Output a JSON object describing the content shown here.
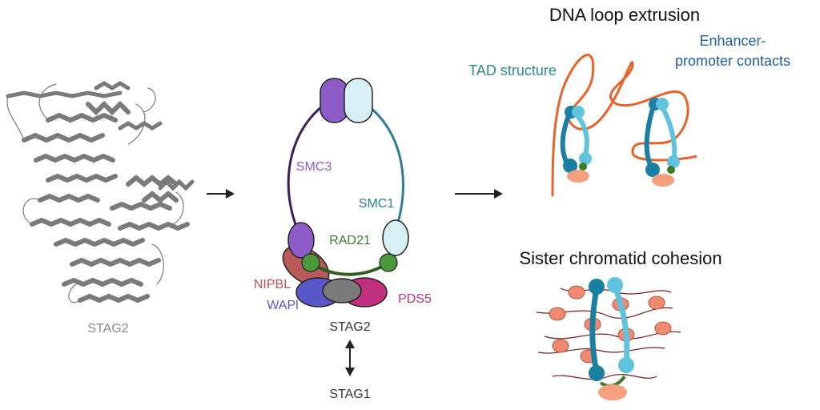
{
  "structure": {
    "label": "STAG2"
  },
  "complex": {
    "smc3": "SMC3",
    "smc1": "SMC1",
    "rad21": "RAD21",
    "nipbl": "NIPBL",
    "wapl": "WAPl",
    "pds5": "PDS5",
    "stag2": "STAG2",
    "stag1": "STAG1"
  },
  "panels": {
    "loop_extrusion": {
      "title": "DNA loop extrusion",
      "tad": "TAD structure",
      "enhancer_line1": "Enhancer-",
      "enhancer_line2": "promoter contacts"
    },
    "cohesion": {
      "title": "Sister chromatid cohesion"
    }
  },
  "colors": {
    "smc3": "#8e5cc7",
    "smc1": "#2e7d96",
    "rad21": "#3d7a2a",
    "nipbl": "#c0504d",
    "wapl": "#5a58c8",
    "pds5": "#c0307f",
    "dna": "#e8632a",
    "chromatid_dark": "#1a7fa0",
    "chromatid_light": "#5fc3de",
    "nucleosome": "#f08a70",
    "grey": "#808080"
  }
}
